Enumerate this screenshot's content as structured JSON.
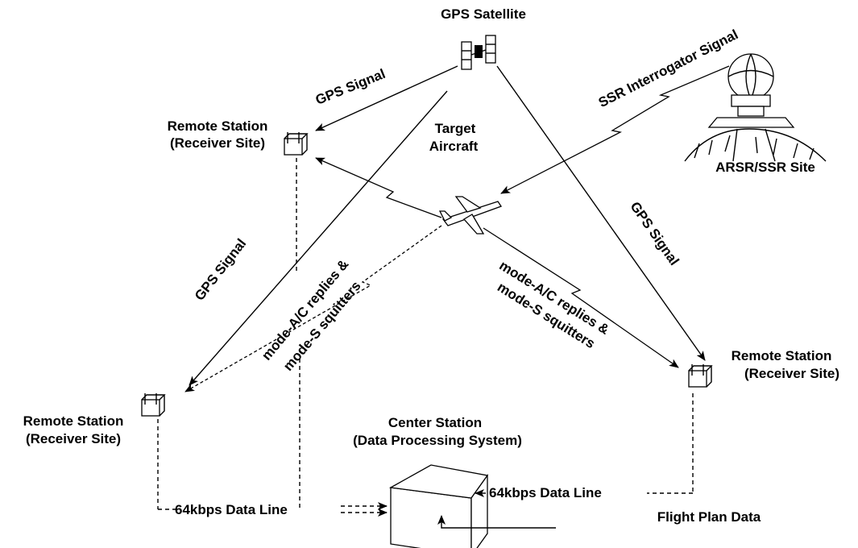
{
  "labels": {
    "gps_satellite": "GPS Satellite",
    "gps_signal_top": "GPS Signal",
    "ssr_interrogator_signal": "SSR Interrogator Signal",
    "remote_station_top_left_line1": "Remote Station",
    "remote_station_top_left_line2": "(Receiver Site)",
    "target_aircraft_line1": "Target",
    "target_aircraft_line2": "Aircraft",
    "arsr_ssr_site": "ARSR/SSR Site",
    "gps_signal_left": "GPS Signal",
    "gps_signal_right": "GPS Signal",
    "replies_left_line1": "mode-A/C replies &",
    "replies_left_line2": "mode-S squitters",
    "replies_right_line1": "mode-A/C replies &",
    "replies_right_line2": "mode-S squitters",
    "remote_station_right_line1": "Remote Station",
    "remote_station_right_line2": "(Receiver Site)",
    "remote_station_left_line1": "Remote Station",
    "remote_station_left_line2": "(Receiver Site)",
    "center_station_line1": "Center Station",
    "center_station_line2": "(Data Processing System)",
    "data_line_right": "64kbps Data Line",
    "data_line_left": "64kbps Data Line",
    "flight_plan_data": "Flight Plan Data"
  }
}
